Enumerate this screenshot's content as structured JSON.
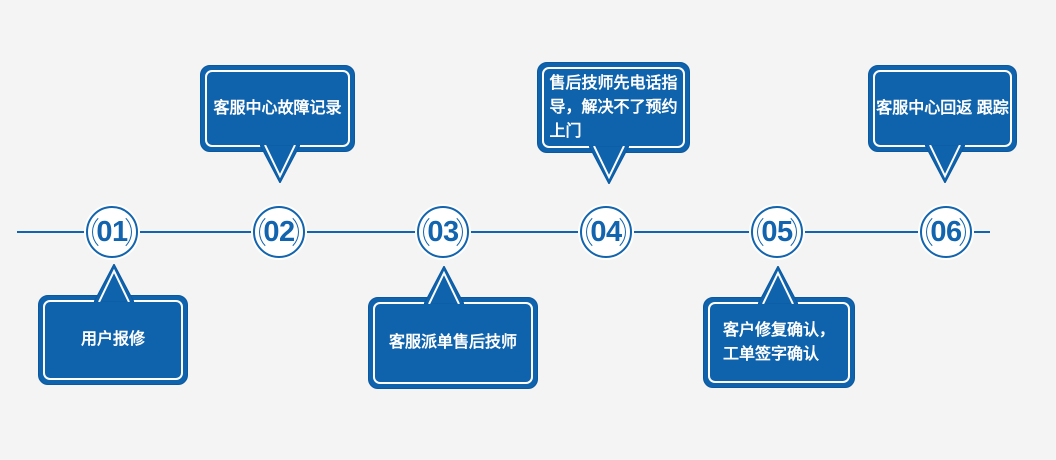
{
  "colors": {
    "background": "#f4f4f4",
    "accent": "#0f63ac",
    "accent_dark": "#0a58a0",
    "text_on_accent": "#ffffff"
  },
  "timeline": {
    "steps": [
      {
        "number": "01",
        "label": "用户报修",
        "bubble_position": "below"
      },
      {
        "number": "02",
        "label": "客服中心故障记录",
        "bubble_position": "above"
      },
      {
        "number": "03",
        "label": "客服派单售后技师",
        "bubble_position": "below"
      },
      {
        "number": "04",
        "label": "售后技师先电话指\n导，解决不了预约\n上门",
        "bubble_position": "above"
      },
      {
        "number": "05",
        "label": "客户修复确认，\n工单签字确认",
        "bubble_position": "below"
      },
      {
        "number": "06",
        "label": "客服中心回返 跟踪",
        "bubble_position": "above"
      }
    ]
  }
}
